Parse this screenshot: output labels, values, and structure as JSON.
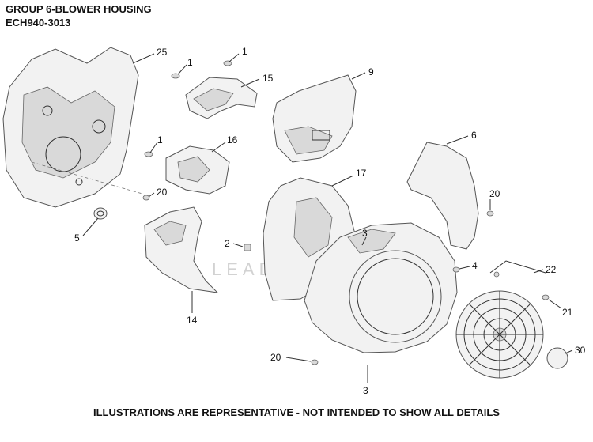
{
  "header": {
    "title": "GROUP 6-BLOWER HOUSING",
    "model": "ECH940-3013"
  },
  "watermark": "LEADVENTURE",
  "footer": "ILLUSTRATIONS ARE REPRESENTATIVE - NOT INTENDED TO SHOW ALL DETAILS",
  "callouts": [
    "25",
    "1",
    "1",
    "15",
    "9",
    "1",
    "16",
    "17",
    "6",
    "20",
    "20",
    "5",
    "2",
    "3",
    "4",
    "22",
    "14",
    "21",
    "30",
    "20",
    "3"
  ]
}
